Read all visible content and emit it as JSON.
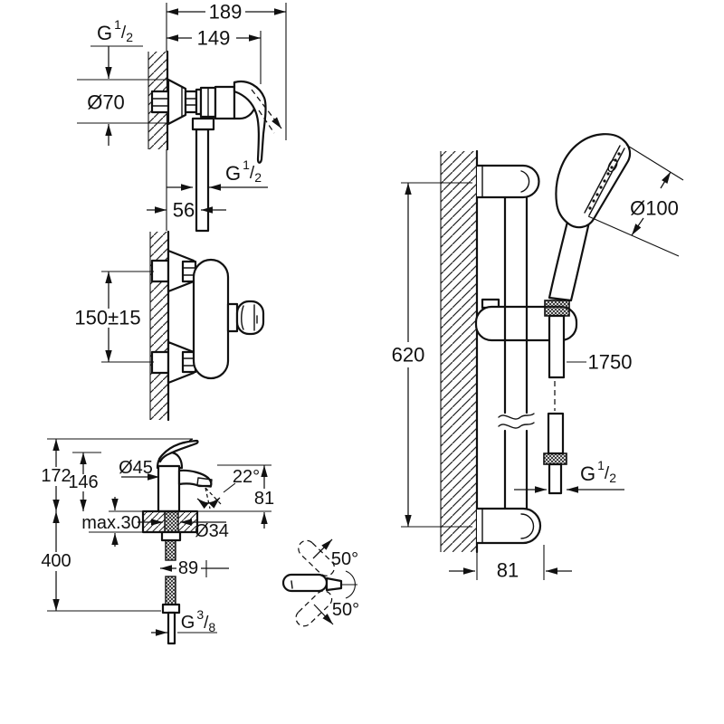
{
  "background": "#ffffff",
  "line_color": "#111111",
  "misc": {
    "slash": "/"
  },
  "drawings": {
    "shower_mixer_side": {
      "dims": {
        "depth_total": "189",
        "depth_to_lever": "149",
        "wall_thread": {
          "g": "G",
          "num": "1",
          "den": "2"
        },
        "escutcheon_diameter": "Ø70",
        "outlet_thread": {
          "g": "G",
          "num": "1",
          "den": "2"
        },
        "outlet_offset": "56"
      }
    },
    "shower_mixer_front": {
      "dims": {
        "connection_distance": "150±15"
      }
    },
    "basin_mixer": {
      "dims": {
        "height_total": "172",
        "height_to_aerator": "146",
        "body_diameter": "Ø45",
        "spout_angle": "22°",
        "aerator_height": "81",
        "deck_thickness": "max.30",
        "hole_diameter": "Ø34",
        "supply_length": "400",
        "hose_offset": "89",
        "supply_thread": {
          "g": "G",
          "num": "3",
          "den": "8"
        }
      }
    },
    "handle_detail": {
      "dims": {
        "swivel_up": "50°",
        "swivel_down": "50°"
      }
    },
    "shower_rail_set": {
      "dims": {
        "head_diameter": "Ø100",
        "rail_length": "620",
        "hose_length": "1750",
        "hose_thread": {
          "g": "G",
          "num": "1",
          "den": "2"
        },
        "bracket_depth": "81"
      }
    }
  }
}
